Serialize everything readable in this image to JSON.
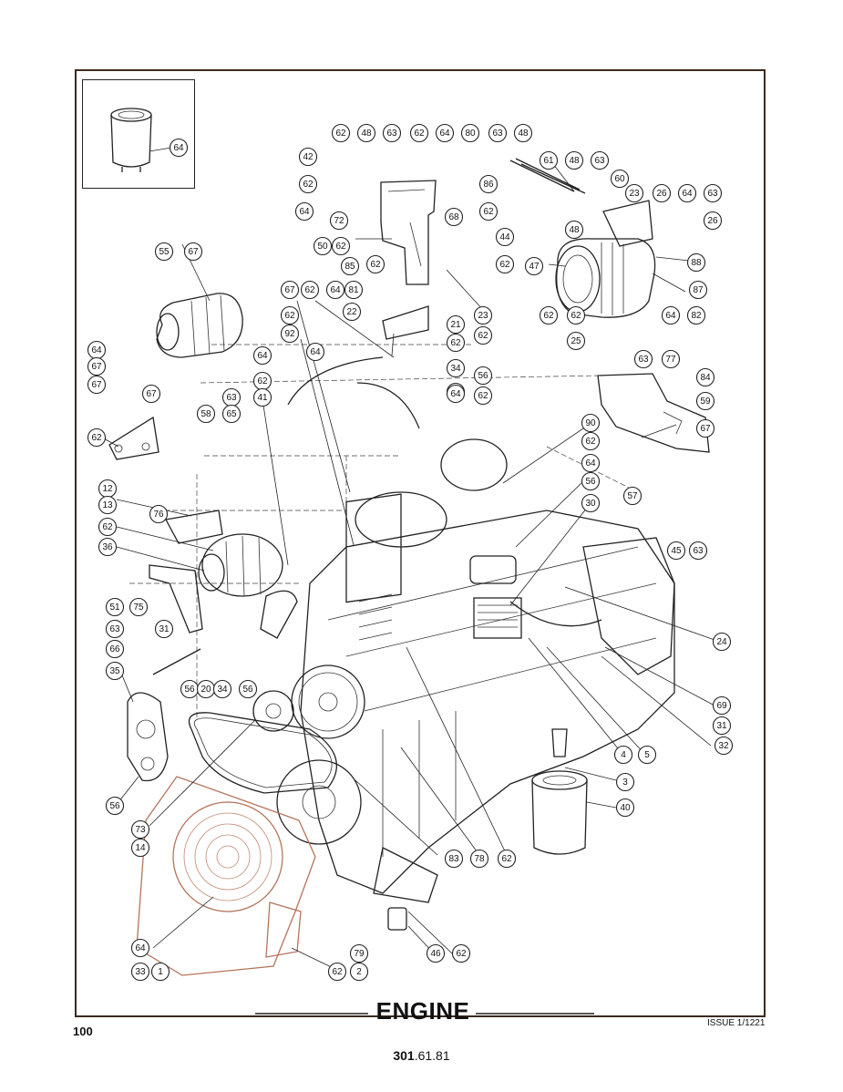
{
  "title": "ENGINE",
  "page_number": "100",
  "issue": "ISSUE 1/1221",
  "reference": {
    "bold": "301",
    "rest": ".61.81"
  },
  "callouts": [
    "62",
    "48",
    "63",
    "62",
    "64",
    "80",
    "63",
    "48",
    "42",
    "62",
    "86",
    "64",
    "68",
    "62",
    "72",
    "61",
    "48",
    "63",
    "60",
    "23",
    "26",
    "64",
    "63",
    "48",
    "26",
    "44",
    "50",
    "62",
    "85",
    "62",
    "62",
    "88",
    "47",
    "87",
    "62",
    "67",
    "62",
    "64",
    "81",
    "22",
    "23",
    "62",
    "21",
    "62",
    "64",
    "82",
    "25",
    "55",
    "67",
    "62",
    "92",
    "64",
    "62",
    "64",
    "67",
    "67",
    "34",
    "62",
    "56",
    "62",
    "64",
    "90",
    "63",
    "77",
    "84",
    "59",
    "67",
    "62",
    "58",
    "63",
    "65",
    "64",
    "62",
    "41",
    "62",
    "64",
    "56",
    "30",
    "57",
    "76",
    "12",
    "13",
    "62",
    "36",
    "45",
    "63",
    "51",
    "75",
    "63",
    "31",
    "66",
    "24",
    "35",
    "56",
    "20",
    "34",
    "56",
    "69",
    "31",
    "32",
    "4",
    "5",
    "3",
    "40",
    "56",
    "73",
    "14",
    "83",
    "78",
    "62",
    "64",
    "33",
    "1",
    "46",
    "62",
    "79",
    "2",
    "62",
    "64",
    "67"
  ]
}
